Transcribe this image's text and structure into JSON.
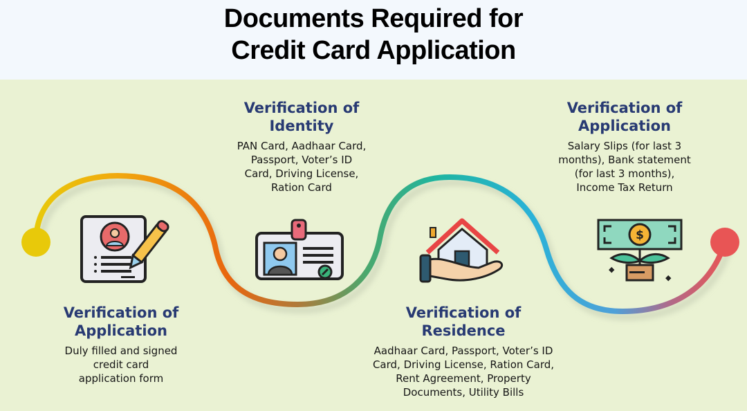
{
  "header": {
    "title": "Documents Required for\nCredit Card Application"
  },
  "steps": [
    {
      "heading": "Verification of\nApplication",
      "description": "Duly filled and signed\ncredit card\napplication form",
      "icon": "application-form-icon"
    },
    {
      "heading": "Verification of\nIdentity",
      "description": "PAN Card, Aadhaar Card,\nPassport, Voter’s ID\nCard, Driving License,\nRation Card",
      "icon": "id-card-icon"
    },
    {
      "heading": "Verification of\nResidence",
      "description": "Aadhaar Card, Passport, Voter’s ID\nCard, Driving License, Ration Card,\nRent Agreement, Property\nDocuments, Utility Bills",
      "icon": "house-in-hand-icon"
    },
    {
      "heading": "Verification of\nApplication",
      "description": "Salary Slips (for last 3\nmonths), Bank statement\n(for last 3 months),\nIncome Tax Return",
      "icon": "money-plant-icon"
    }
  ],
  "colors": {
    "header_bg": "#f3f8fd",
    "body_bg": "#eaf2d3",
    "heading": "#283a73",
    "path_start": "#e8c90a",
    "path_orange": "#e8660f",
    "path_teal": "#1fb5a0",
    "path_blue": "#2ab2d8",
    "path_end": "#e85555"
  }
}
